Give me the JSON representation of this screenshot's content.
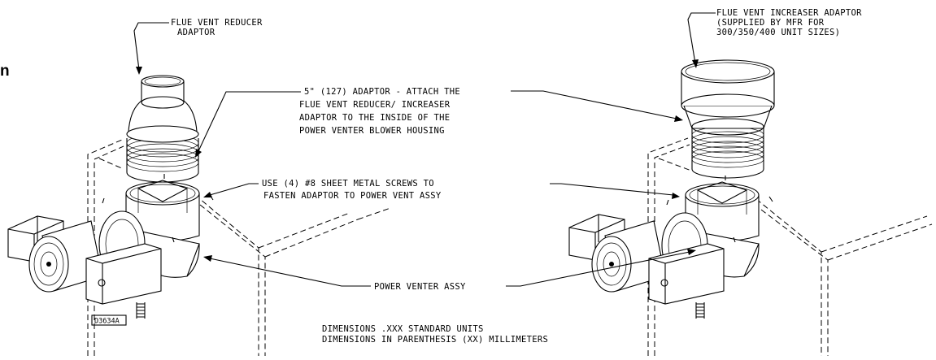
{
  "labels": {
    "reducer": [
      "FLUE VENT REDUCER",
      "ADAPTOR"
    ],
    "increaser": [
      "FLUE VENT INCREASER ADAPTOR",
      "(SUPPLIED BY MFR FOR",
      "300/350/400 UNIT SIZES)"
    ],
    "adaptor5": [
      "5\" (127) ADAPTOR - ATTACH THE",
      "FLUE VENT REDUCER/ INCREASER",
      "ADAPTOR TO THE INSIDE OF THE",
      "POWER VENTER BLOWER HOUSING"
    ],
    "screws": [
      "USE (4) #8 SHEET METAL SCREWS TO",
      "FASTEN ADAPTOR TO POWER VENT ASSY"
    ],
    "power_venter": "POWER VENTER ASSY",
    "dimensions": [
      "DIMENSIONS .XXX STANDARD UNITS",
      "DIMENSIONS IN PARENTHESIS (XX) MILLIMETERS"
    ],
    "drawing_id": "D3634A",
    "edge_fragment": "n"
  }
}
